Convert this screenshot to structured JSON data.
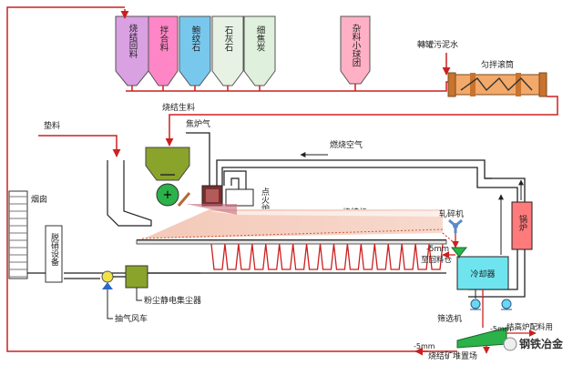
{
  "silos": [
    {
      "label": "烧结回料",
      "fill": "#d9a0e2"
    },
    {
      "label": "拌合料",
      "fill": "#ff86c6"
    },
    {
      "label": "鲍纹石",
      "fill": "#78c8ee"
    },
    {
      "label": "石灰石",
      "fill": "#e8f2e4"
    },
    {
      "label": "细焦炭",
      "fill": "#dff0dc"
    }
  ],
  "misc_bin": {
    "label": "杂料小球团",
    "fill": "#ffb0c4"
  },
  "labels": {
    "rotary_sludge": "轉罐污泥水",
    "mixer": "匀拌滚筒",
    "raw_mix": "烧结生料",
    "bedding": "垫料",
    "coke_gas": "焦炉气",
    "combustion_air": "燃烧空气",
    "ignition": "点火炉",
    "sinter_machine": "烧结机",
    "crusher": "轧碎机",
    "boiler": "锅炉",
    "chimney": "烟囱",
    "desulf": "脱硝设备",
    "return_bin": "至回料仓",
    "cooler": "冷却器",
    "minus5_a": "-5mm",
    "minus5_b": "-5mm",
    "minus5_c": "-5mm",
    "esp": "粉尘静电集尘器",
    "exhaust_fan": "抽气风车",
    "screen": "筛选机",
    "sinter_yard": "烧结矿堆置场",
    "blast_furnace": "结高炉配料用",
    "watermark": "钢铁冶金"
  },
  "colors": {
    "line": "#cc2020",
    "duct": "#222222",
    "feed_hopper": "#8aa32a",
    "green_box": "#2bb24a",
    "box_yellow": "#d8d46a",
    "cooler": "#6fe4ee",
    "boiler": "#ff7a7a",
    "windbox": "#cc2020"
  }
}
